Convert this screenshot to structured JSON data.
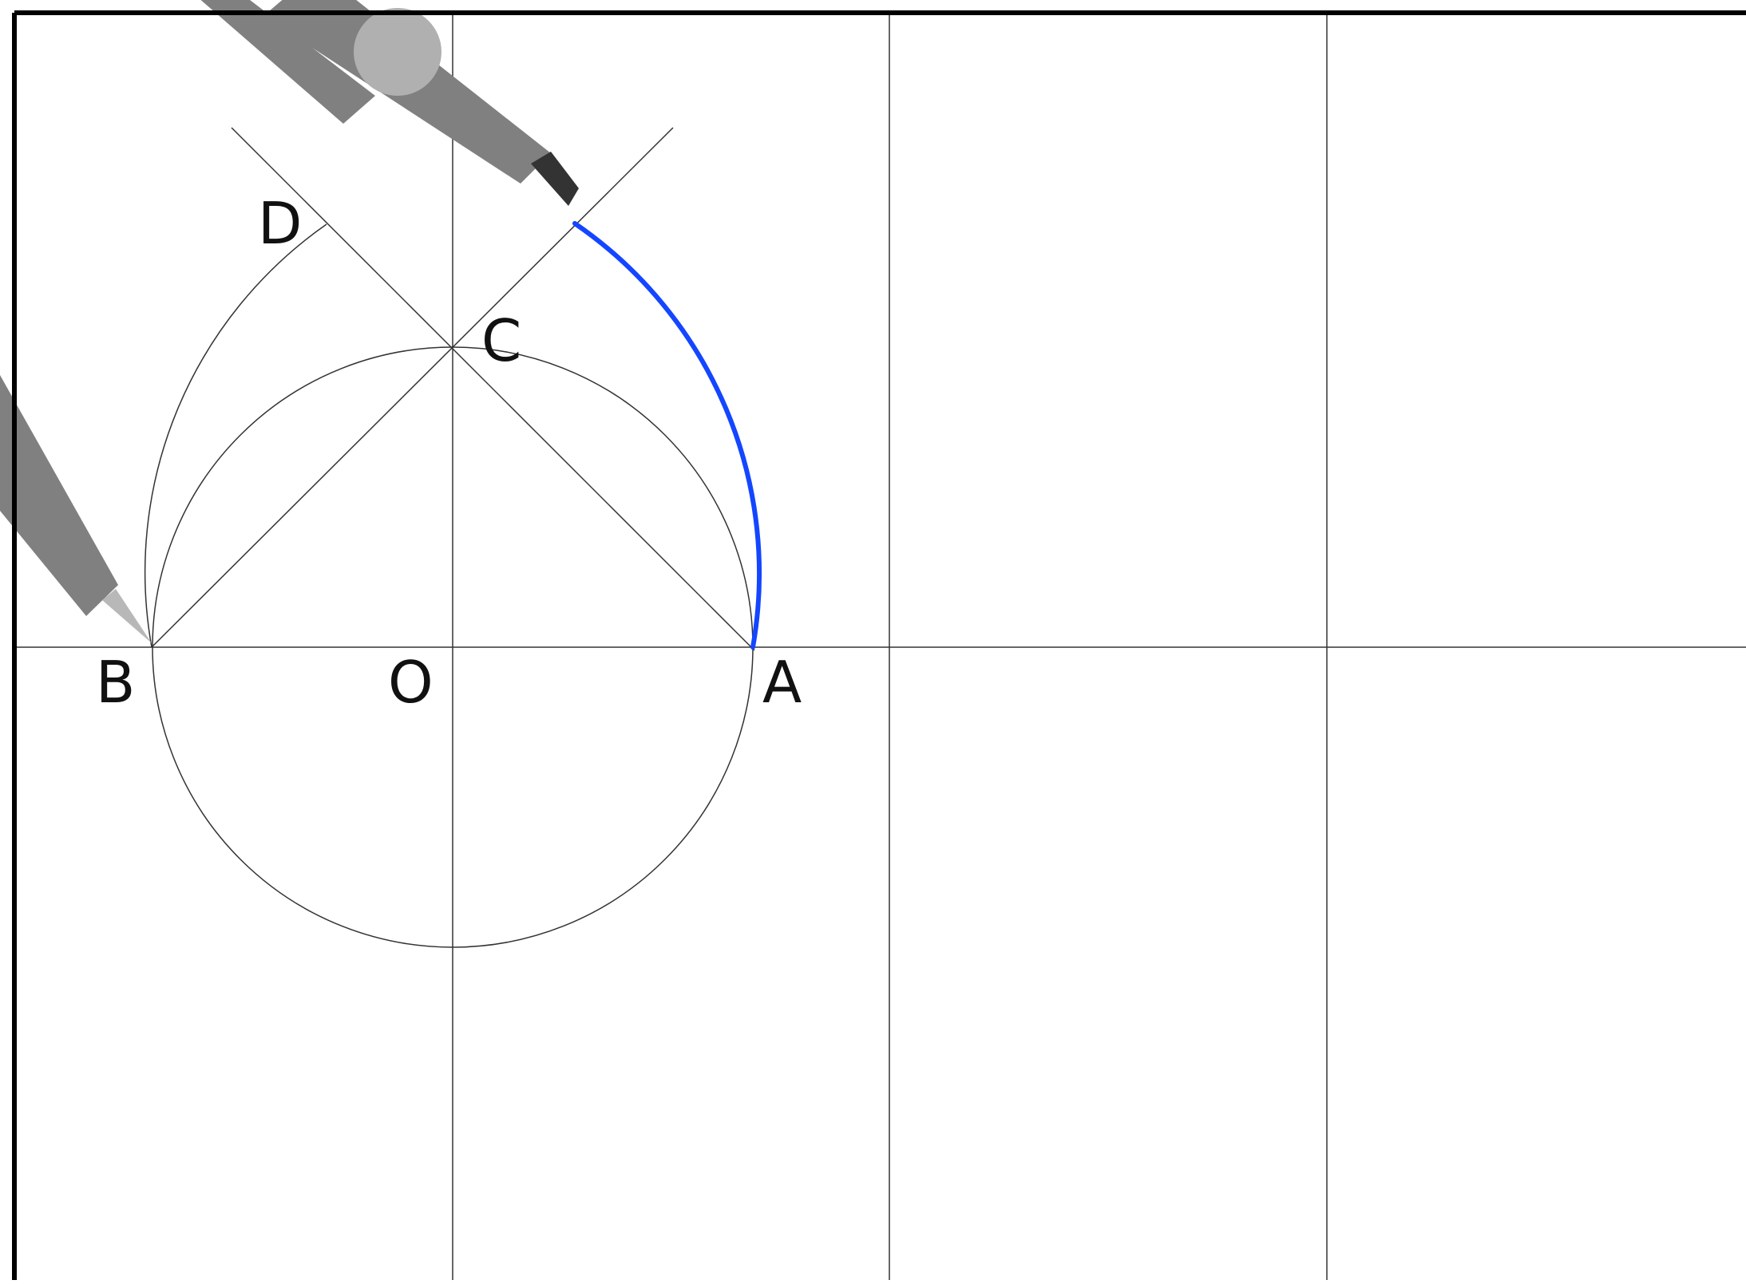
{
  "diagram": {
    "labels": {
      "A": "A",
      "B": "B",
      "C": "C",
      "D": "D",
      "O": "O"
    },
    "colors": {
      "background": "#ffffff",
      "frame": "#000000",
      "construction_line": "#333333",
      "highlight_arc": "#1446ff",
      "compass_body": "#808080",
      "compass_hinge": "#b0b0b0",
      "compass_lead": "#333333",
      "compass_needle": "#b8b8b8"
    },
    "icons": {
      "compass": "drawing-compass-icon"
    }
  }
}
